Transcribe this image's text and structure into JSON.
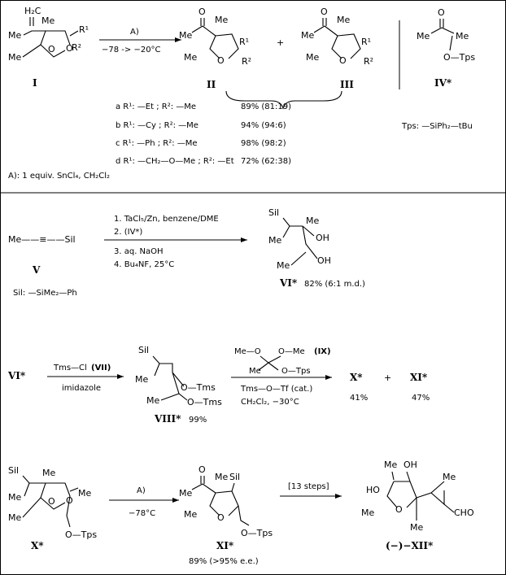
{
  "section1": {
    "compound_I": "I",
    "compound_II": "II",
    "compound_III": "III",
    "compound_IV": "IV*",
    "plus": "+",
    "arrow_label": "A)",
    "arrow_conditions": "−78 -> −20°C",
    "substituents": [
      {
        "label": "a R¹: —Et ; R²: —Me",
        "yield": "89% (81:19)"
      },
      {
        "label": "b R¹: —Cy ; R²: —Me",
        "yield": "94% (94:6)"
      },
      {
        "label": "c R¹: —Ph ; R²: —Me",
        "yield": "98% (98:2)"
      },
      {
        "label": "d R¹: —CH₂—O—Me ; R²: —Et",
        "yield": "72% (62:38)"
      }
    ],
    "tps_def": "Tps: —SiPh₂—tBu",
    "footnote": "A): 1 equiv. SnCl₄, CH₂Cl₂",
    "atoms": {
      "me": "Me",
      "o": "O",
      "r1": "R¹",
      "r2": "R²",
      "h2c": "H₂C",
      "otps": "O—Tps"
    }
  },
  "section2": {
    "start": "Me——≡——Sil",
    "compound_V": "V",
    "sil_def": "Sil: —SiMe₂—Ph",
    "steps": [
      "1. TaCl₅/Zn, benzene/DME",
      "2. (IV*)",
      "3. aq. NaOH",
      "4. Bu₄NF, 25°C"
    ],
    "compound_VI": "VI*",
    "yield": "82% (6:1 m.d.)",
    "atoms": {
      "sil": "Sil",
      "me": "Me",
      "oh": "OH"
    }
  },
  "section3": {
    "start": "VI*",
    "reagent1": "Tms—Cl",
    "reagent1_ref": "(VII)",
    "reagent1_sub": "imidazole",
    "compound_VIII": "VIII*",
    "yield_VIII": "99%",
    "reagent2_ref": "(IX)",
    "reagent2_line1": "Tms—O—Tf (cat.)",
    "reagent2_line2": "CH₂Cl₂, −30°C",
    "product_X": "X*",
    "product_XI": "XI*",
    "plus": "+",
    "yield_X": "41%",
    "yield_XI": "47%",
    "atoms": {
      "sil": "Sil",
      "me": "Me",
      "otms": "O—Tms",
      "meo": "Me—O",
      "ome": "O—Me",
      "otps": "O—Tps"
    }
  },
  "section4": {
    "compound_X": "X*",
    "arrow_label": "A)",
    "arrow_conditions": "−78°C",
    "compound_XI": "XI*",
    "yield": "89% (>95% e.e.)",
    "steps": "[13 steps]",
    "compound_XII": "(−)−XII*",
    "atoms": {
      "sil": "Sil",
      "me": "Me",
      "o": "O",
      "otps": "O—Tps",
      "ho": "HO",
      "oh": "OH",
      "cho": "CHO"
    }
  }
}
